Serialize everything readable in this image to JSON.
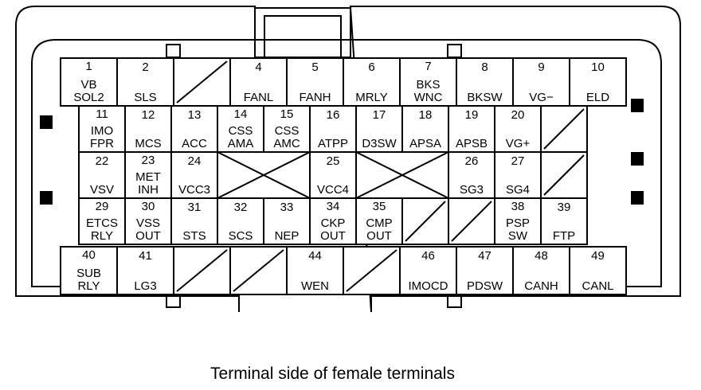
{
  "caption": "Terminal side of female terminals",
  "terminals": [
    {
      "num": "1",
      "label": [
        "VB",
        "SOL2"
      ]
    },
    {
      "num": "2",
      "label": [
        "SLS"
      ]
    },
    {
      "num": "4",
      "label": [
        "FANL"
      ]
    },
    {
      "num": "5",
      "label": [
        "FANH"
      ]
    },
    {
      "num": "6",
      "label": [
        "MRLY"
      ]
    },
    {
      "num": "7",
      "label": [
        "BKS",
        "WNC"
      ]
    },
    {
      "num": "8",
      "label": [
        "BKSW"
      ]
    },
    {
      "num": "9",
      "label": [
        "VG−"
      ]
    },
    {
      "num": "10",
      "label": [
        "ELD"
      ]
    },
    {
      "num": "11",
      "label": [
        "IMO",
        "FPR"
      ]
    },
    {
      "num": "12",
      "label": [
        "MCS"
      ]
    },
    {
      "num": "13",
      "label": [
        "ACC"
      ]
    },
    {
      "num": "14",
      "label": [
        "CSS",
        "AMA"
      ]
    },
    {
      "num": "15",
      "label": [
        "CSS",
        "AMC"
      ]
    },
    {
      "num": "16",
      "label": [
        "ATPP"
      ]
    },
    {
      "num": "17",
      "label": [
        "D3SW"
      ]
    },
    {
      "num": "18",
      "label": [
        "APSA"
      ]
    },
    {
      "num": "19",
      "label": [
        "APSB"
      ]
    },
    {
      "num": "20",
      "label": [
        "VG+"
      ]
    },
    {
      "num": "22",
      "label": [
        "VSV"
      ]
    },
    {
      "num": "23",
      "label": [
        "MET",
        "INH"
      ]
    },
    {
      "num": "24",
      "label": [
        "VCC3"
      ]
    },
    {
      "num": "25",
      "label": [
        "VCC4"
      ]
    },
    {
      "num": "26",
      "label": [
        "SG3"
      ]
    },
    {
      "num": "27",
      "label": [
        "SG4"
      ]
    },
    {
      "num": "29",
      "label": [
        "ETCS",
        "RLY"
      ]
    },
    {
      "num": "30",
      "label": [
        "VSS",
        "OUT"
      ]
    },
    {
      "num": "31",
      "label": [
        "STS"
      ]
    },
    {
      "num": "32",
      "label": [
        "SCS"
      ]
    },
    {
      "num": "33",
      "label": [
        "NEP"
      ]
    },
    {
      "num": "34",
      "label": [
        "CKP",
        "OUT"
      ]
    },
    {
      "num": "35",
      "label": [
        "CMP",
        "OUT"
      ]
    },
    {
      "num": "38",
      "label": [
        "PSP",
        "SW"
      ]
    },
    {
      "num": "39",
      "label": [
        "FTP"
      ]
    },
    {
      "num": "40",
      "label": [
        "SUB",
        "RLY"
      ]
    },
    {
      "num": "41",
      "label": [
        "LG3"
      ]
    },
    {
      "num": "44",
      "label": [
        "WEN"
      ]
    },
    {
      "num": "46",
      "label": [
        "IMOCD"
      ]
    },
    {
      "num": "47",
      "label": [
        "PDSW"
      ]
    },
    {
      "num": "48",
      "label": [
        "CANH"
      ]
    },
    {
      "num": "49",
      "label": [
        "CANL"
      ]
    }
  ]
}
